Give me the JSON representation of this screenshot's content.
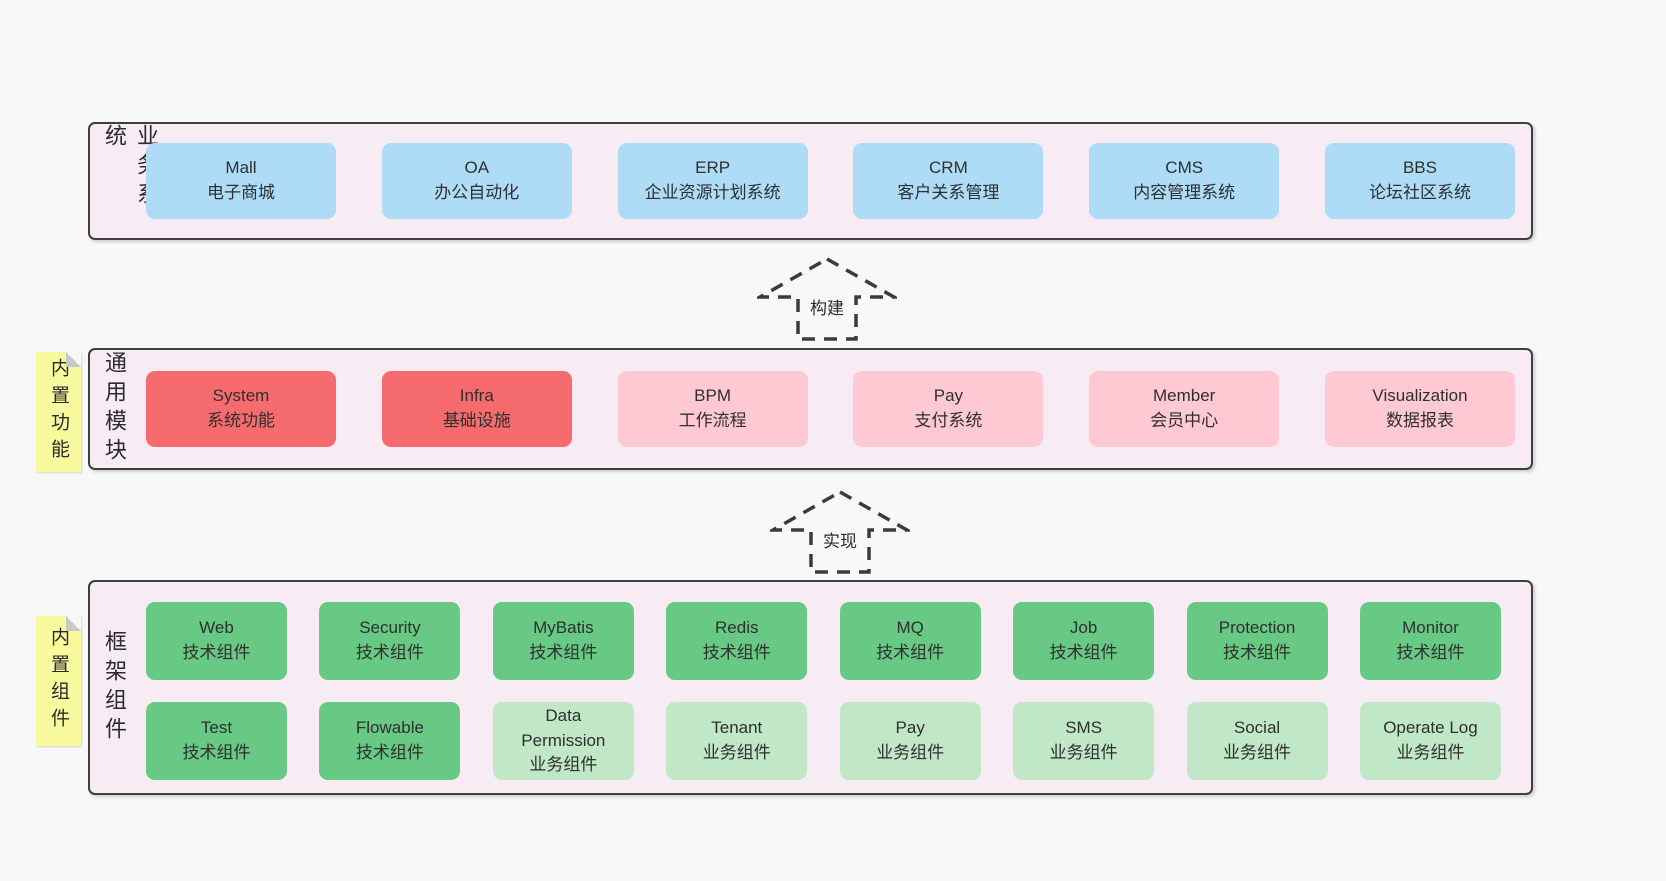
{
  "layers": [
    {
      "label": "业务系统",
      "boxes": [
        {
          "name": "Mall",
          "desc": "电子商城"
        },
        {
          "name": "OA",
          "desc": "办公自动化"
        },
        {
          "name": "ERP",
          "desc": "企业资源计划系统"
        },
        {
          "name": "CRM",
          "desc": "客户关系管理"
        },
        {
          "name": "CMS",
          "desc": "内容管理系统"
        },
        {
          "name": "BBS",
          "desc": "论坛社区系统"
        }
      ]
    },
    {
      "label": "通用模块",
      "sticky": "内置功能",
      "boxes": [
        {
          "name": "System",
          "desc": "系统功能"
        },
        {
          "name": "Infra",
          "desc": "基础设施"
        },
        {
          "name": "BPM",
          "desc": "工作流程"
        },
        {
          "name": "Pay",
          "desc": "支付系统"
        },
        {
          "name": "Member",
          "desc": "会员中心"
        },
        {
          "name": "Visualization",
          "desc": "数据报表"
        }
      ]
    },
    {
      "label": "框架组件",
      "sticky": "内置组件",
      "rows": [
        {
          "boxes": [
            {
              "name": "Web",
              "desc": "技术组件"
            },
            {
              "name": "Security",
              "desc": "技术组件"
            },
            {
              "name": "MyBatis",
              "desc": "技术组件"
            },
            {
              "name": "Redis",
              "desc": "技术组件"
            },
            {
              "name": "MQ",
              "desc": "技术组件"
            },
            {
              "name": "Job",
              "desc": "技术组件"
            },
            {
              "name": "Protection",
              "desc": "技术组件"
            },
            {
              "name": "Monitor",
              "desc": "技术组件"
            }
          ]
        },
        {
          "boxes": [
            {
              "name": "Test",
              "desc": "技术组件"
            },
            {
              "name": "Flowable",
              "desc": "技术组件"
            },
            {
              "name": "Data Permission",
              "desc": "业务组件"
            },
            {
              "name": "Tenant",
              "desc": "业务组件"
            },
            {
              "name": "Pay",
              "desc": "业务组件"
            },
            {
              "name": "SMS",
              "desc": "业务组件"
            },
            {
              "name": "Social",
              "desc": "业务组件"
            },
            {
              "name": "Operate Log",
              "desc": "业务组件"
            }
          ]
        }
      ]
    }
  ],
  "arrows": [
    {
      "label": "构建"
    },
    {
      "label": "实现"
    }
  ],
  "colors": {
    "page_bg": "#f8f8f8",
    "section_bg": "#f8ecf4",
    "section_border": "#3f3f3f",
    "business_blue": "#aedcf7",
    "core_red": "#f56b6e",
    "module_pink": "#ffc9d3",
    "tech_green": "#67c983",
    "biz_green": "#c0e7c6",
    "sticky_yellow": "#f9f99d",
    "text": "#2f2f2f"
  }
}
